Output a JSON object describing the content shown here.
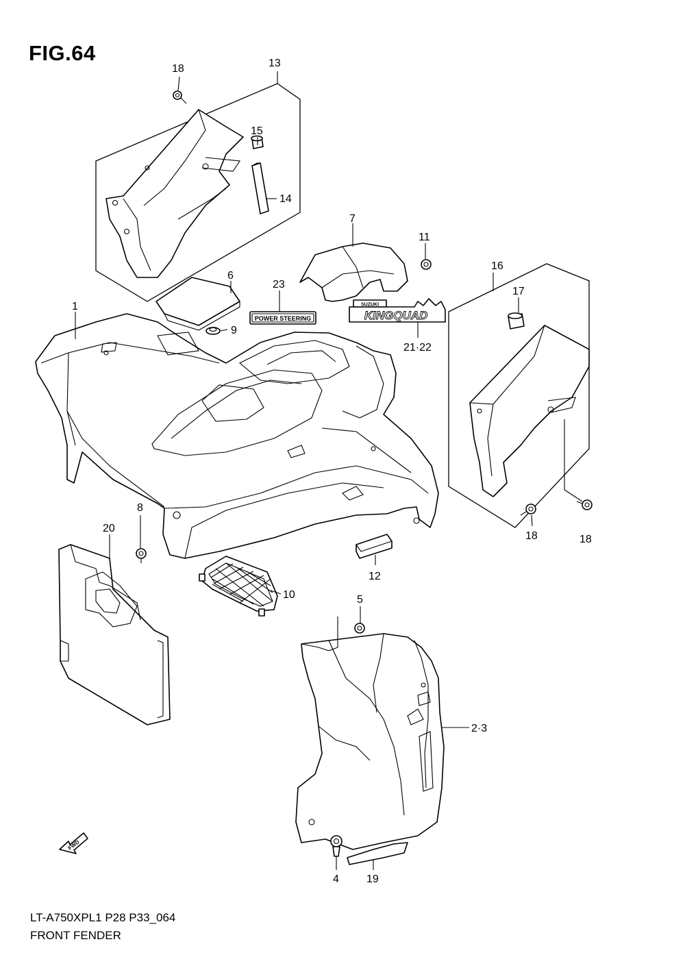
{
  "figure": {
    "title": "FIG.64",
    "model_code": "LT-A750XPL1 P28 P33_064",
    "name": "FRONT FENDER"
  },
  "decals": {
    "power_steering": "POWER STEERING",
    "kingquad_brand": "SUZUKI",
    "kingquad": "KINGQUAD"
  },
  "fwd_label": "FWD",
  "callouts": {
    "c1": "1",
    "c2_3": "2·3",
    "c4": "4",
    "c5": "5",
    "c6": "6",
    "c7": "7",
    "c8": "8",
    "c9": "9",
    "c10": "10",
    "c11": "11",
    "c12": "12",
    "c13": "13",
    "c14": "14",
    "c15": "15",
    "c16": "16",
    "c17": "17",
    "c18a": "18",
    "c18b": "18",
    "c18c": "18",
    "c19": "19",
    "c20": "20",
    "c21_22": "21·22",
    "c23": "23"
  }
}
